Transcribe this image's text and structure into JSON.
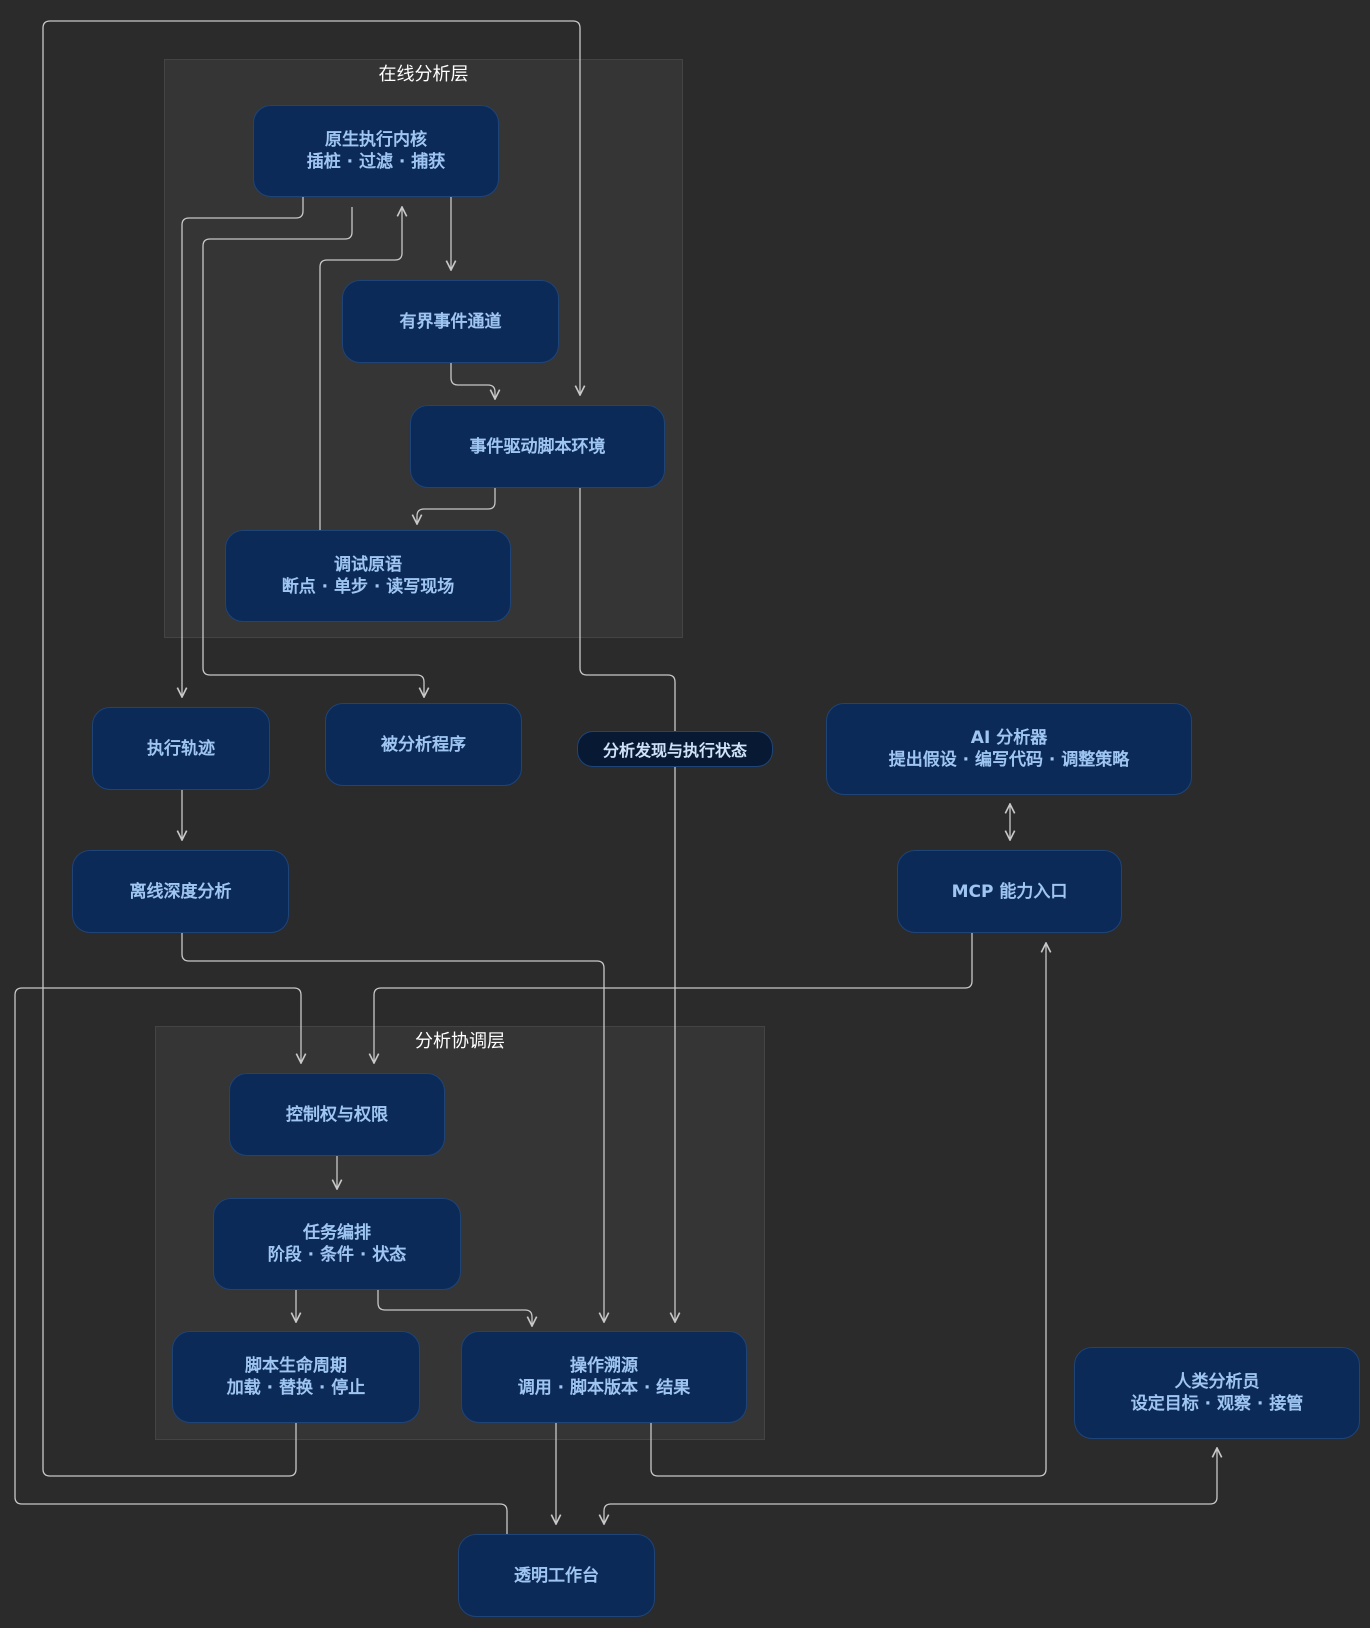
{
  "colors": {
    "background": "#2b2b2b",
    "cluster_fill": "#353535",
    "node_fill": "#0c2a57",
    "node_border": "#1e4478",
    "node_text": "#9fc6f2",
    "edge": "#c8c8c8"
  },
  "clusters": {
    "online": {
      "title": "在线分析层"
    },
    "coordination": {
      "title": "分析协调层"
    }
  },
  "nodes": {
    "kernel": {
      "line1": "原生执行内核",
      "line2": "插桩 · 过滤 · 捕获"
    },
    "event_channel": {
      "line1": "有界事件通道"
    },
    "script_env": {
      "line1": "事件驱动脚本环境"
    },
    "debug_primitives": {
      "line1": "调试原语",
      "line2": "断点 · 单步 · 读写现场"
    },
    "exec_trace": {
      "line1": "执行轨迹"
    },
    "target_program": {
      "line1": "被分析程序"
    },
    "ai_analyzer": {
      "line1": "AI 分析器",
      "line2": "提出假设 · 编写代码 · 调整策略"
    },
    "offline_analysis": {
      "line1": "离线深度分析"
    },
    "mcp_entry": {
      "line1": "MCP 能力入口"
    },
    "control_permission": {
      "line1": "控制权与权限"
    },
    "task_orchestration": {
      "line1": "任务编排",
      "line2": "阶段 · 条件 · 状态"
    },
    "script_lifecycle": {
      "line1": "脚本生命周期",
      "line2": "加载 · 替换 · 停止"
    },
    "operation_trace": {
      "line1": "操作溯源",
      "line2": "调用 · 脚本版本 · 结果"
    },
    "human_analyst": {
      "line1": "人类分析员",
      "line2": "设定目标 · 观察 · 接管"
    },
    "workbench": {
      "line1": "透明工作台"
    }
  },
  "edge_labels": {
    "findings_state": "分析发现与执行状态"
  }
}
